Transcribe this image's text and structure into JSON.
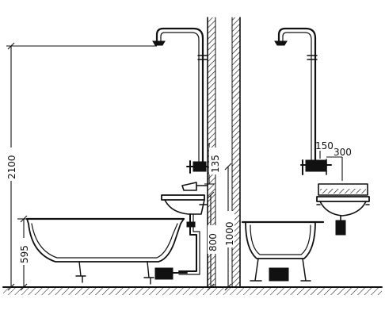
{
  "diagram": {
    "dimensions": {
      "total_height": "2100",
      "tub_rim": "595",
      "mixer_above_basin": "135",
      "basin_rim": "800",
      "mixer_height": "1000",
      "spout_offset": "150",
      "mixer_width": "300"
    }
  }
}
